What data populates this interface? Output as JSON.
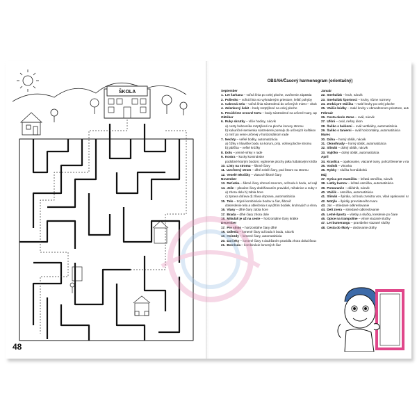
{
  "left_page": {
    "page_number": "48",
    "school_sign": "ŠKOLA"
  },
  "right_page": {
    "title": "OBSAH/Časový harmonogram (orientačný)",
    "column1": [
      {
        "kind": "month",
        "text": "September"
      },
      {
        "kind": "entry",
        "num": "1.",
        "name": "Let šarkana",
        "desc": " – voľná línia po celej ploche, uvoľnenie zápästia"
      },
      {
        "kind": "entry",
        "num": "2.",
        "name": "Poliesko",
        "desc": " – voľná línia so vyhradeným priestore, leštiť pohyby"
      },
      {
        "kind": "entry",
        "num": "3.",
        "name": "Cakrová sela",
        "desc": " – voľná línia sústredená do určených miest – okolo paličiek, automatizácia krúživého pohybu"
      },
      {
        "kind": "entry",
        "num": "4.",
        "name": "Zelenkový šalát",
        "desc": " – body rozptýlené na celej ploche"
      },
      {
        "kind": "entry",
        "num": "5.",
        "name": "Pecúšrime ovocné tortu",
        "desc": " – body sústredené na určené tvary, apod. ……"
      },
      {
        "kind": "month",
        "text": "Október"
      },
      {
        "kind": "entry",
        "num": "6.",
        "name": "Ruky skrutky",
        "desc": " – vlčie hodiny, nácvik"
      },
      {
        "kind": "sub",
        "text": "a) cesty hubovníka rozptýlené na ploche koruny stromu"
      },
      {
        "kind": "sub",
        "text": "b) kukuričné semienka sústredené pomaly do určených kuštikov"
      },
      {
        "kind": "sub",
        "text": "c) mriť po vene určenej v horizontálnom rade"
      },
      {
        "kind": "entry",
        "num": "7.",
        "name": "Nechty",
        "desc": " – veľké bodky, automatizácia"
      },
      {
        "kind": "sub",
        "text": "a) čižky v hlavičke bodu na koruni, príp. voľnej ploche stromu"
      },
      {
        "kind": "sub",
        "text": "b) jabĺčka – veľké krúžky"
      },
      {
        "kind": "entry",
        "num": "8.",
        "name": "Dolu",
        "desc": " – jemné vlnky v rade"
      },
      {
        "kind": "entry",
        "num": "9.",
        "name": "Kostra",
        "desc": " – kocky kominárske"
      },
      {
        "kind": "sub",
        "text": "podobné ktorým bodom; vyplnenie plochy jalka futbalovým krídlom"
      },
      {
        "kind": "entry",
        "num": "10.",
        "name": "Listy na stromu",
        "desc": " – šikmé čiary"
      },
      {
        "kind": "entry",
        "num": "11.",
        "name": "Uvoľnený strom",
        "desc": " – dlhé zvislé čiary, pod listom na stromu"
      },
      {
        "kind": "entry",
        "num": "12.",
        "name": "Veselé tekvičky",
        "desc": " – vlasové šikmé čiary"
      },
      {
        "kind": "month",
        "text": "November"
      },
      {
        "kind": "entry",
        "num": "13.",
        "name": "Reťazka",
        "desc": " – šikmé čiary ohrnutí smerom, od bodu k bodu, od najkratšieho po najdlhšie"
      },
      {
        "kind": "entry",
        "num": "14.",
        "name": "Ježe",
        "desc": " – plaváne čiary dodržiavaním pravidiel, mihalnice a zuby nastá"
      },
      {
        "kind": "sub",
        "text": "a) zhora dolu b) zdola hore"
      },
      {
        "kind": "sub",
        "text": "c) zprava doľava d) zľava doprava, automatizácia"
      },
      {
        "kind": "entry",
        "num": "15.",
        "name": "Telo",
        "desc": " – trojné kombinácie bodov a čiar, šiboviť"
      },
      {
        "kind": "sub",
        "text": "dokreslenie tela a oblečenia s využitím bodiek, kruhových a vlnovitých čiar rôznymi rozmermi, ďasky, gombíky a pod."
      },
      {
        "kind": "entry",
        "num": "16.",
        "name": "Vlasy",
        "desc": " – dlhé čiary zdola hore"
      },
      {
        "kind": "entry",
        "num": "17.",
        "name": "Brada",
        "desc": " – dlhé čiary zhora dole"
      },
      {
        "kind": "entry",
        "num": "18.",
        "name": "Mikuláš je už na ceste",
        "desc": " – horizontálne čiary krátke"
      },
      {
        "kind": "month",
        "text": "December"
      },
      {
        "kind": "entry",
        "num": "17.",
        "name": "Pre slnko",
        "desc": " – horizontálne čiary dlhé"
      },
      {
        "kind": "entry",
        "num": "18.",
        "name": "Odlenia",
        "desc": " – lomené čiary od bodu k bodu, nácvik"
      },
      {
        "kind": "entry",
        "num": "19.",
        "name": "Hviezdy",
        "desc": " – lomené čiary, automatizácia"
      },
      {
        "kind": "entry",
        "num": "20.",
        "name": "Darčeky",
        "desc": " – lomené čiary s dodržaním pravidla zhora dolu/zľava doprava"
      },
      {
        "kind": "entry",
        "num": "21.",
        "name": "Bombula",
        "desc": " – kombinácie lomených čiar"
      }
    ],
    "column2": [
      {
        "kind": "month",
        "text": "Január"
      },
      {
        "kind": "entry",
        "num": "22.",
        "name": "Snehuliak",
        "desc": " – kruh, nácvik"
      },
      {
        "kind": "entry",
        "num": "23.",
        "name": "Snehuliak športovci",
        "desc": " – kruhy, rôzne rozmery"
      },
      {
        "kind": "entry",
        "num": "24.",
        "name": "Zrnká pre vtáčika",
        "desc": " – malé kruhy po celej ploche"
      },
      {
        "kind": "entry",
        "num": "25.",
        "name": "Vtáčie búdky",
        "desc": " – malé kruhy v obmedzenom priestore, automatizácia"
      },
      {
        "kind": "month",
        "text": "Február"
      },
      {
        "kind": "entry",
        "num": "26.",
        "name": "Cesta okolo Zeme",
        "desc": " – ovál, nácvik"
      },
      {
        "kind": "entry",
        "num": "27.",
        "name": "Ufóni",
        "desc": " – ovál, riešny úkon"
      },
      {
        "kind": "entry",
        "num": "28.",
        "name": "Šaško s balónmi",
        "desc": " – ovál vertikálny, automatizácia"
      },
      {
        "kind": "entry",
        "num": "29.",
        "name": "Šaško s tanierni",
        "desc": " – ovál horizontálny, automatizácia"
      },
      {
        "kind": "month",
        "text": "Marec"
      },
      {
        "kind": "entry",
        "num": "30.",
        "name": "Dúha",
        "desc": " – horný oblúk, nácvik"
      },
      {
        "kind": "entry",
        "num": "31.",
        "name": "Okno/hrady",
        "desc": " – horný oblúk, automatizácia"
      },
      {
        "kind": "entry",
        "num": "32.",
        "name": "Slimák",
        "desc": " – dolný oblúk, nácvik"
      },
      {
        "kind": "entry",
        "num": "33.",
        "name": "Vajíčko",
        "desc": " – dolný oblúk, automatizácia"
      },
      {
        "kind": "month",
        "text": "Apríl"
      },
      {
        "kind": "entry",
        "num": "34.",
        "name": "Kraslica",
        "desc": " – opakovanie, viazané tvary, polrozčlenenie v riadku, dodržanie hranice"
      },
      {
        "kind": "entry",
        "num": "35.",
        "name": "Vodník",
        "desc": " – vlnovka"
      },
      {
        "kind": "entry",
        "num": "36.",
        "name": "Rybky",
        "desc": " – slučka horná/dolná"
      },
      {
        "kind": "month",
        "text": "Máj"
      },
      {
        "kind": "entry",
        "num": "37.",
        "name": "Kytica pre mamičku",
        "desc": " – ležatá osmička, nácvik"
      },
      {
        "kind": "entry",
        "num": "38.",
        "name": "Lietky kvetov",
        "desc": " – ležatá osmička, automatizácia"
      },
      {
        "kind": "entry",
        "num": "39.",
        "name": "Pomaranče",
        "desc": " – dáždnik, nácvik"
      },
      {
        "kind": "entry",
        "num": "40.",
        "name": "Vtáčik",
        "desc": " – osmička, automatizácia"
      },
      {
        "kind": "entry",
        "num": "41.",
        "name": "Slimák",
        "desc": " – špirála, od bodu zvnútra von, však opakovaní na mieste"
      },
      {
        "kind": "entry",
        "num": "42.",
        "name": "Motýle",
        "desc": " – špirály prevráteného tvaru"
      },
      {
        "kind": "entry",
        "num": "43.",
        "name": "",
        "desc": "Jún – striedavé odkreslovanie"
      },
      {
        "kind": "entry",
        "num": "44.",
        "name": "Deti zvera",
        "desc": " – striedavé odkreslovanie"
      },
      {
        "kind": "entry",
        "num": "45.",
        "name": "Letné športy",
        "desc": " – všetky a slučky, kreslenie po čiare"
      },
      {
        "kind": "entry",
        "num": "46.",
        "name": "Opice na trampolíne",
        "desc": " – vlnné viazané slučky"
      },
      {
        "kind": "entry",
        "num": "47.",
        "name": "Let bumerangu",
        "desc": " – pravidelne viazané slučky"
      },
      {
        "kind": "entry",
        "num": "48.",
        "name": "Cesta do školy",
        "desc": " – dedovanie dráhy"
      }
    ]
  },
  "colors": {
    "ink": "#111111",
    "frame_pink": "#e0478a",
    "hair_blue": "#3d6aa8",
    "watermark": "#e88fb8"
  }
}
